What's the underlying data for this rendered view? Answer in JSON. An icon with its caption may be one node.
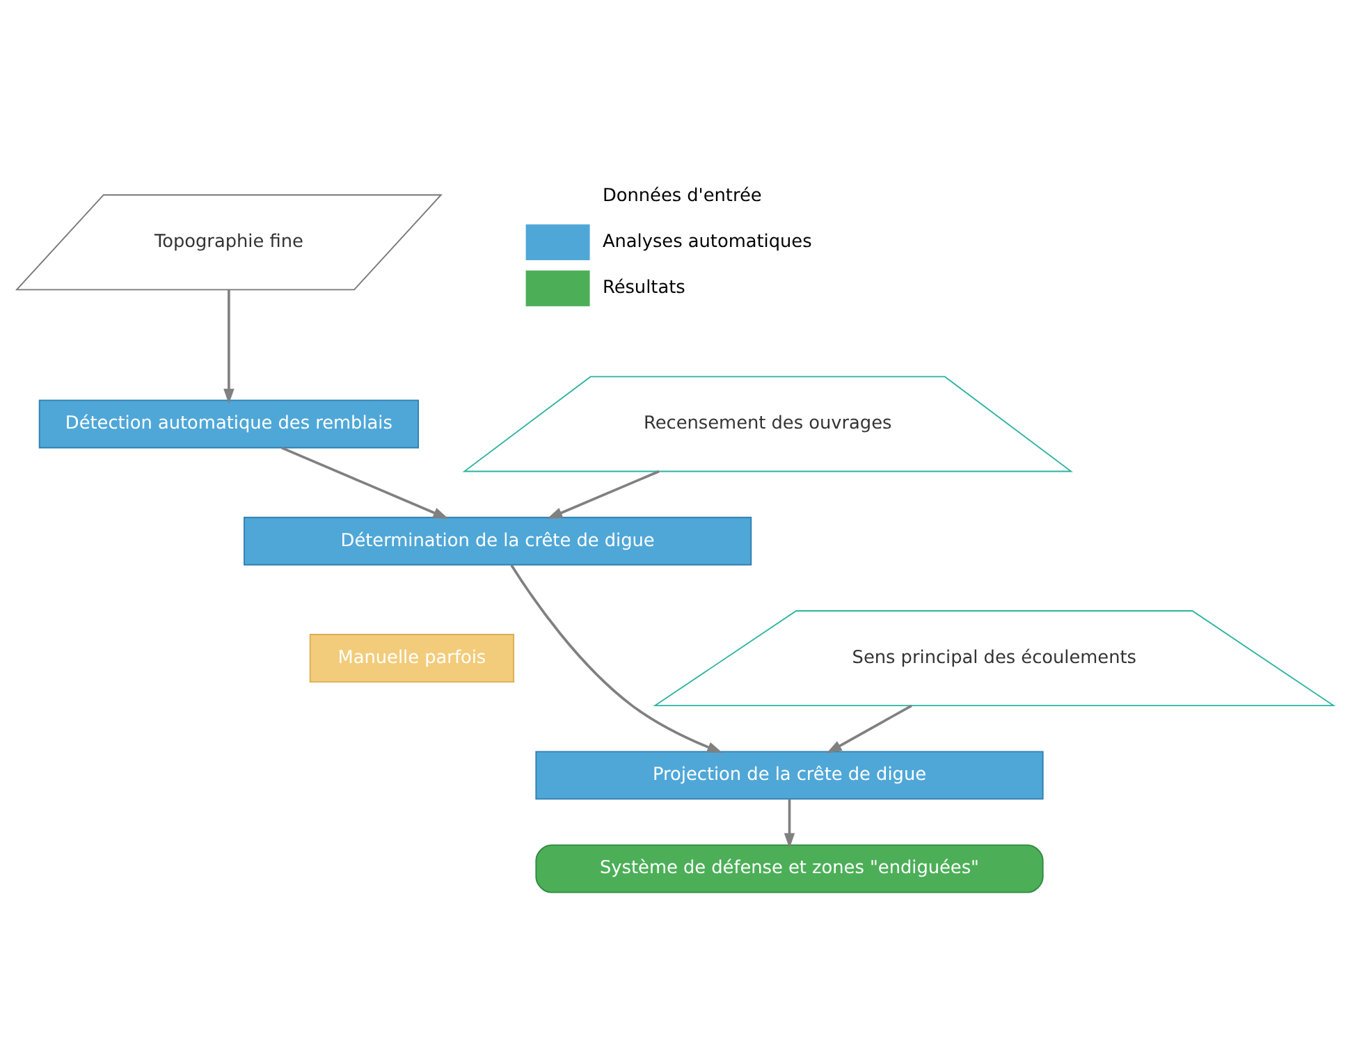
{
  "diagram": {
    "nodes": [
      {
        "text": [
          "Topographie fine"
        ]
      },
      {
        "text": [
          "Recensement des ouvrages"
        ]
      },
      {
        "text": [
          "Détection automatique des remblais"
        ]
      },
      {
        "text": [
          "Détermination de la crête de digue"
        ]
      },
      {
        "text": [
          "Manuelle parfois"
        ]
      },
      {
        "text": [
          "Sens principal des écoulements"
        ]
      },
      {
        "text": [
          "Projection de la crête de digue"
        ]
      },
      {
        "text": [
          "Système de défense et zones \"endiguées\""
        ]
      }
    ],
    "edges": [
      {
        "from": 0,
        "to": 2,
        "arrow": "to"
      },
      {
        "from": 1,
        "to": 3,
        "arrow": "to"
      },
      {
        "from": 2,
        "to": 3,
        "arrow": "to"
      },
      {
        "from": 3,
        "to": 6,
        "arrow": "to"
      },
      {
        "from": 5,
        "to": 6,
        "arrow": "to"
      },
      {
        "from": 6,
        "to": 7,
        "arrow": "to"
      }
    ],
    "legend": [
      {
        "text": "Données d'entrée",
        "color": "#ffffff"
      },
      {
        "text": "Analyses automatiques",
        "color": "#4fa7d8"
      },
      {
        "text": "Résultats",
        "color": "#4caf58"
      }
    ]
  }
}
